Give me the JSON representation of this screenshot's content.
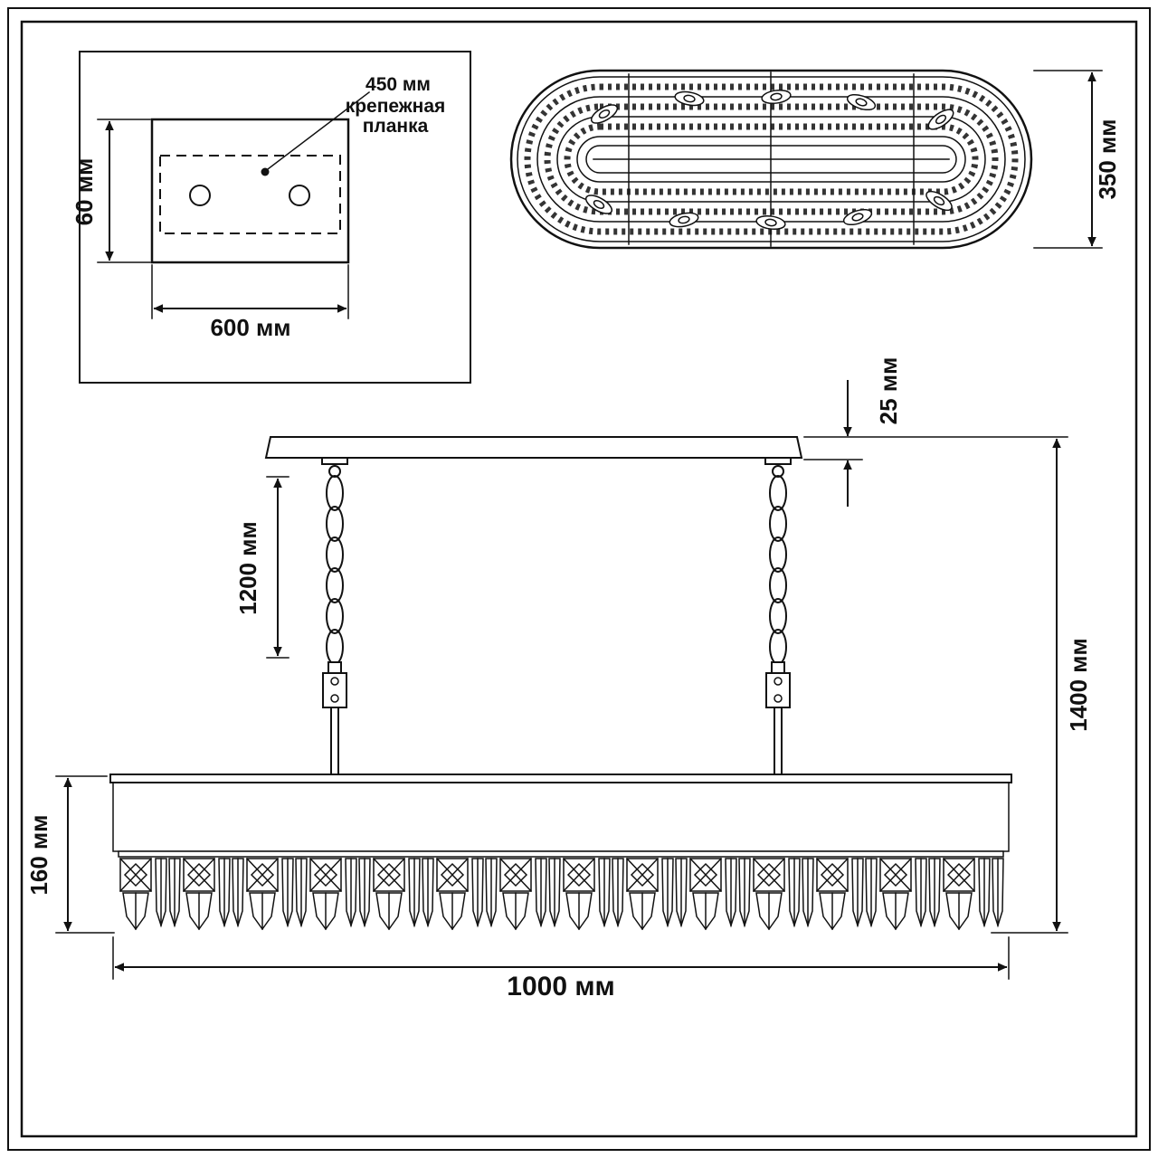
{
  "colors": {
    "ink": "#111111",
    "background": "#ffffff"
  },
  "mounting_panel": {
    "callout_value": "450 мм",
    "callout_line1": "крепежная",
    "callout_line2": "планка",
    "height_label": "60 мм",
    "width_label": "600 мм"
  },
  "top_view": {
    "depth_label": "350 мм"
  },
  "front_view": {
    "canopy_label": "25 мм",
    "chain_label": "1200 мм",
    "total_label": "1400 мм",
    "body_label": "160 мм",
    "width_label": "1000 мм"
  },
  "dimensions_mm": {
    "mounting_bar": 450,
    "mounting_plate_width": 600,
    "mounting_plate_height": 60,
    "top_view_depth": 350,
    "canopy_thickness": 25,
    "chain_length": 1200,
    "total_height": 1400,
    "body_height": 160,
    "body_width": 1000
  }
}
